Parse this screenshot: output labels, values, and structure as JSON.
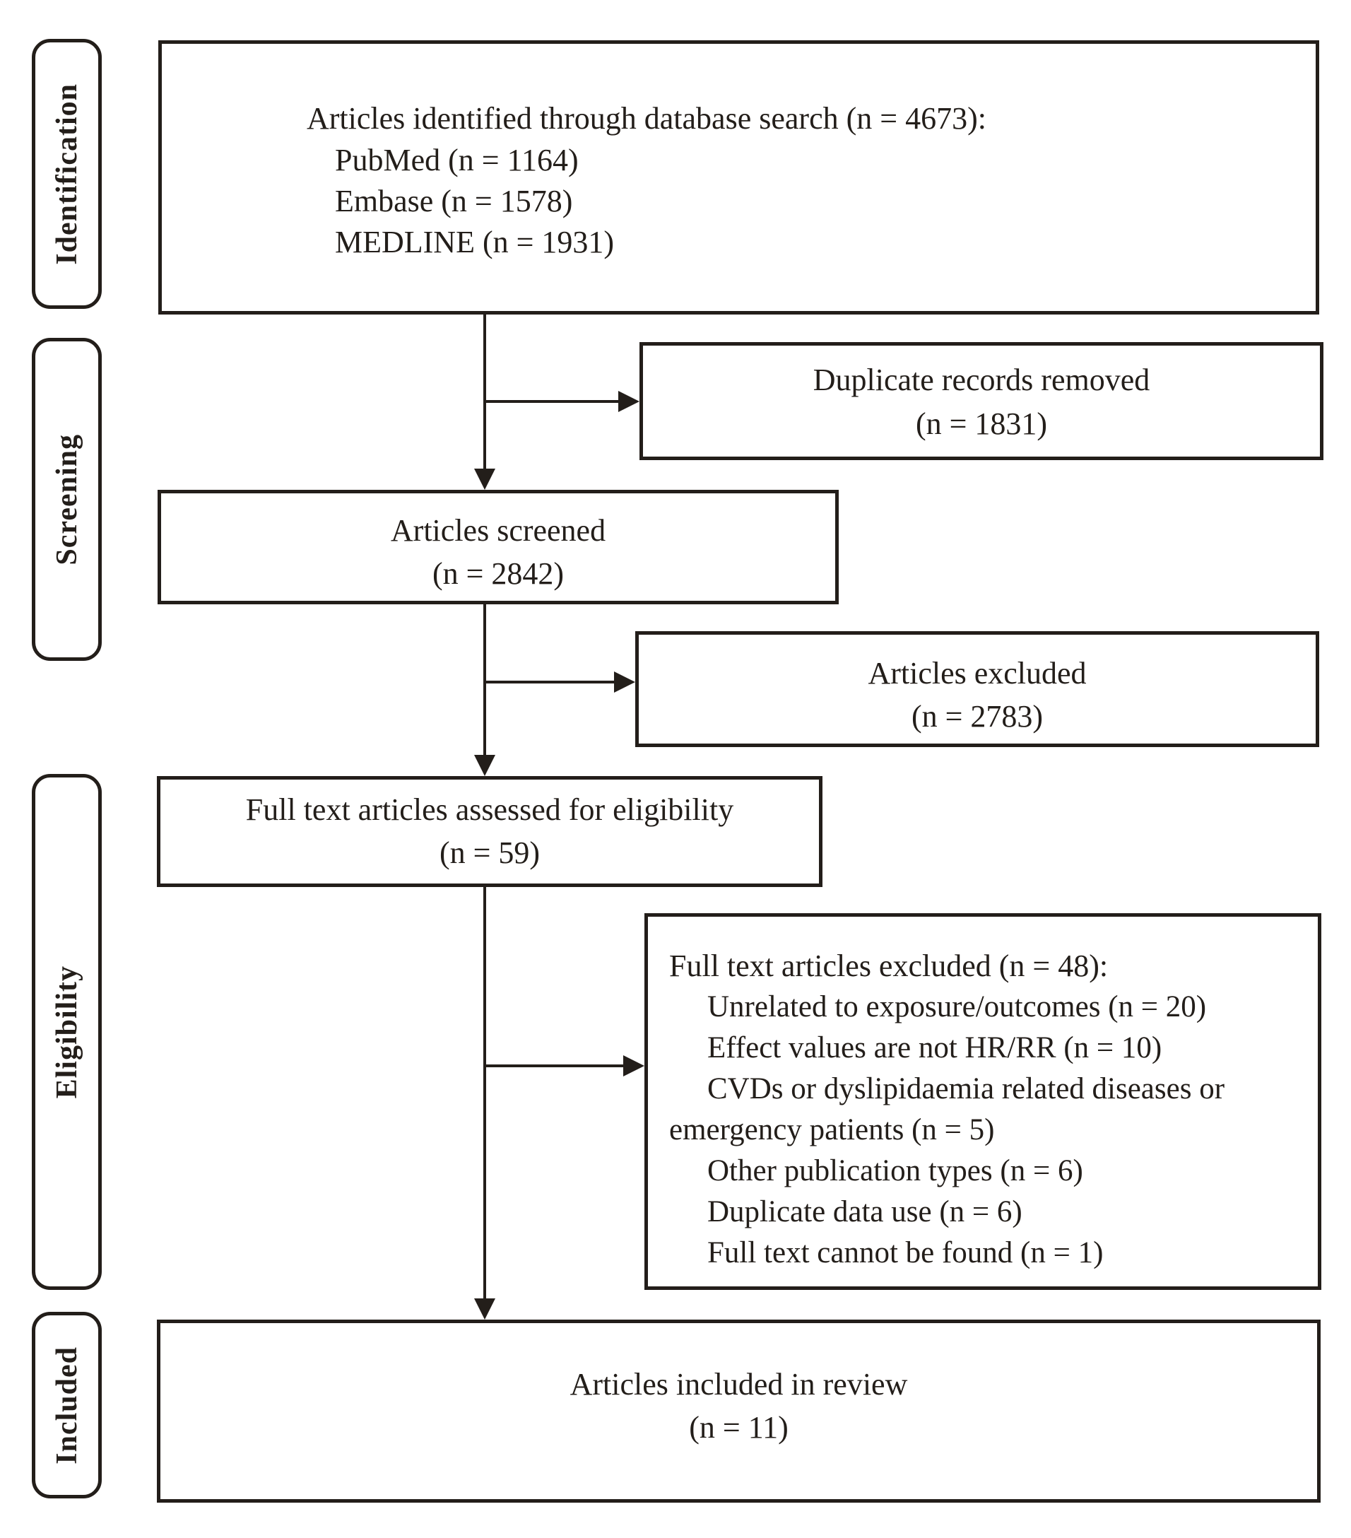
{
  "sidebar": {
    "stages": [
      {
        "label": "Identification"
      },
      {
        "label": "Screening"
      },
      {
        "label": "Eligibility"
      },
      {
        "label": "Included"
      }
    ]
  },
  "flow": {
    "identified": {
      "title": "Articles identified through database search (n = 4673):",
      "sources": [
        "PubMed (n = 1164)",
        "Embase (n = 1578)",
        "MEDLINE (n = 1931)"
      ]
    },
    "duplicates_removed": {
      "line1": "Duplicate records removed",
      "line2": "(n = 1831)"
    },
    "screened": {
      "line1": "Articles screened",
      "line2": "(n = 2842)"
    },
    "excluded": {
      "line1": "Articles excluded",
      "line2": "(n = 2783)"
    },
    "full_text_assessed": {
      "line1": "Full text articles assessed for eligibility",
      "line2": "(n = 59)"
    },
    "full_text_excluded": {
      "title": "Full text articles excluded (n = 48):",
      "reasons": [
        "Unrelated to exposure/outcomes (n = 20)",
        "Effect values are not HR/RR (n = 10)",
        "CVDs or dyslipidaemia related diseases or\nemergency patients (n = 5)",
        "Other publication types (n = 6)",
        "Duplicate data use (n = 6)",
        "Full text cannot be found (n = 1)"
      ]
    },
    "included_review": {
      "line1": "Articles included in review",
      "line2": "(n = 11)"
    }
  },
  "colors": {
    "ink": "#231e1a",
    "background": "#ffffff"
  }
}
